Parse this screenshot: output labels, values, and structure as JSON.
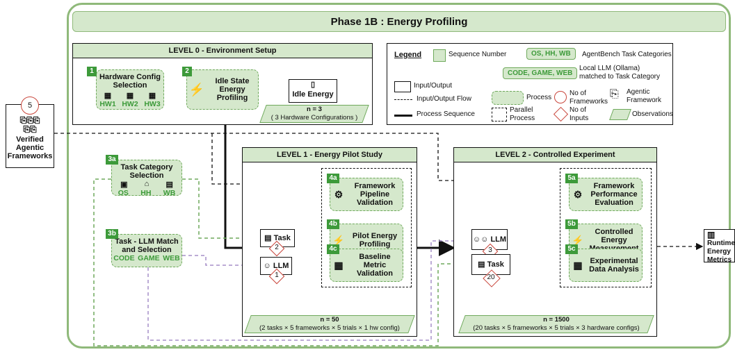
{
  "phase_title": "Phase 1B : Energy Profiling",
  "level0": {
    "title": "LEVEL 0 - Environment Setup",
    "step1": {
      "num": "1",
      "label": "Hardware Config Selection",
      "hw": [
        "HW1",
        "HW2",
        "HW3"
      ]
    },
    "step2": {
      "num": "2",
      "label": "Idle State Energy Profiling"
    },
    "output": "Idle Energy",
    "obs_n": "n = 3",
    "obs_detail": "( 3 Hardware Configurations )"
  },
  "frameworks_input": {
    "count": "5",
    "label": "Verified Agentic Frameworks"
  },
  "step3a": {
    "num": "3a",
    "label": "Task Category Selection",
    "cats": [
      "OS",
      "HH",
      "WB"
    ]
  },
  "step3b": {
    "num": "3b",
    "label": "Task - LLM Match and Selection",
    "cats": [
      "CODE",
      "GAME",
      "WEB"
    ]
  },
  "level1": {
    "title": "LEVEL 1 - Energy Pilot Study",
    "task_label": "Task",
    "task_count": "2",
    "llm_label": "LLM",
    "llm_count": "1",
    "steps": [
      {
        "num": "4a",
        "label": "Framework Pipeline Validation"
      },
      {
        "num": "4b",
        "label": "Pilot Energy Profiling"
      },
      {
        "num": "4c",
        "label": "Baseline Metric Validation"
      }
    ],
    "obs_n": "n = 50",
    "obs_detail": "(2 tasks × 5 frameworks × 5 trials × 1 hw config)"
  },
  "level2": {
    "title": "LEVEL 2 - Controlled Experiment",
    "llm_label": "LLM",
    "llm_count": "3",
    "task_label": "Task",
    "task_count": "20",
    "steps": [
      {
        "num": "5a",
        "label": "Framework Performance Evaluation"
      },
      {
        "num": "5b",
        "label": "Controlled Energy Measurement"
      },
      {
        "num": "5c",
        "label": "Experimental Data Analysis"
      }
    ],
    "obs_n": "n = 1500",
    "obs_detail": "(20 tasks × 5 frameworks × 5 trials × 3 hardware configs)"
  },
  "runtime_output": "Runtime Energy Metrics",
  "legend": {
    "title": "Legend",
    "seq_number": "Sequence Number",
    "cat_tags": "OS, HH, WB",
    "cat_desc": "AgentBench Task Categories",
    "llm_tags": "CODE, GAME, WEB",
    "llm_desc_1": "Local LLM (Ollama)",
    "llm_desc_2": "matched to Task Category",
    "io": "Input/Output",
    "io_flow": "Input/Output Flow",
    "process": "Process",
    "no_frameworks_1": "No of",
    "no_frameworks_2": "Frameworks",
    "agentic_1": "Agentic",
    "agentic_2": "Framework",
    "proc_seq": "Process Sequence",
    "parallel_1": "Parallel",
    "parallel_2": "Process",
    "no_inputs_1": "No of",
    "no_inputs_2": "Inputs",
    "observations": "Observations"
  },
  "colors": {
    "green_fill": "#d5e8cc",
    "green_border": "#8fb97a",
    "accent_green": "#3d9a3a",
    "purple_dashed": "#a68fc9"
  }
}
